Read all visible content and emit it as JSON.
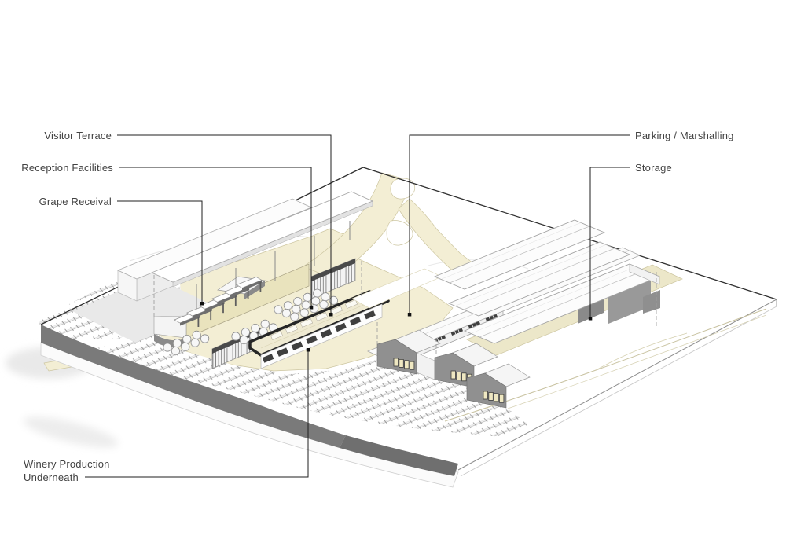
{
  "diagram": {
    "type": "winery-site-axonometric-diagram",
    "background": "#ffffff",
    "labels": {
      "visitor_terrace": "Visitor Terrace",
      "reception_facilities": "Reception Facilities",
      "grape_receival": "Grape Receival",
      "parking_marshalling": "Parking / Marshalling",
      "storage": "Storage",
      "winery_production_line1": "Winery Production",
      "winery_production_line2": "Underneath"
    },
    "colors": {
      "label_text": "#424242",
      "leader_line": "#1f1f1f",
      "road_fill": "#f4efd5",
      "road_outline": "#cdc6a1",
      "yard_fill": "#ece7c9",
      "receival_wall_khaki": "#e9e3bd",
      "terrace_deck_fill": "#efead2",
      "terrace_frame": "#262626",
      "escarpment_dark": "#7a7a7a",
      "shed_wall_gray": "#909090",
      "building_white": "#fcfcfc",
      "edge_dark": "#2f2f2f"
    }
  }
}
